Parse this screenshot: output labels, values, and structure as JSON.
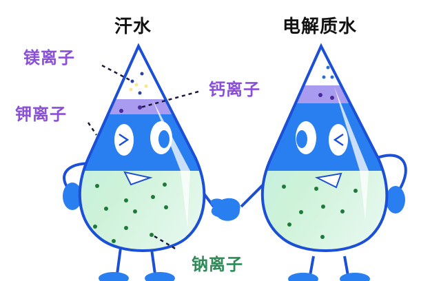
{
  "titles": {
    "left": "汗水",
    "right": "电解质水"
  },
  "labels": {
    "magnesium": "镁离子",
    "potassium": "钾离子",
    "calcium": "钙离子",
    "sodium": "钠离子"
  },
  "colors": {
    "outline": "#1a4fd6",
    "body_blue": "#2a7ff0",
    "purple_layer": "#a99cf0",
    "liquid_green": "#c8f0e0",
    "sodium_dot": "#1f7a3a",
    "label_purple": "#8a4fd8",
    "label_green": "#2e8b57",
    "title_black": "#111111"
  },
  "characters": [
    {
      "name": "sweat-droplet",
      "caption": "汗水"
    },
    {
      "name": "electrolyte-droplet",
      "caption": "电解质水"
    }
  ]
}
